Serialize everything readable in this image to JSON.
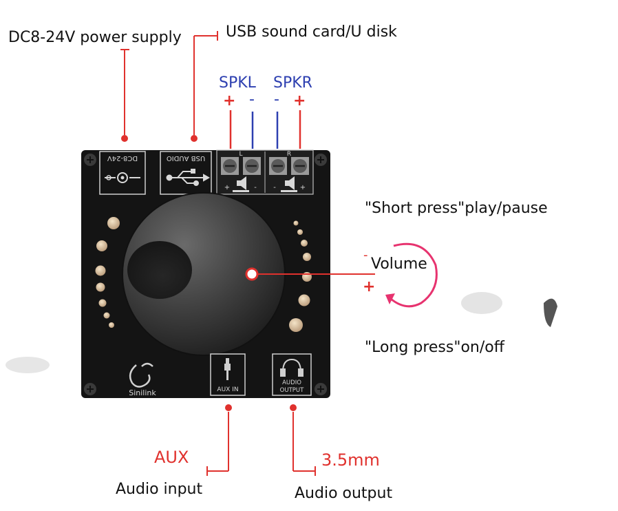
{
  "labels": {
    "power": "DC8-24V power supply",
    "usb": "USB sound card/U disk",
    "spkl": "SPKL",
    "spkr": "SPKR",
    "spkl_plus": "+",
    "spkl_minus": "-",
    "spkr_minus": "-",
    "spkr_plus": "+",
    "short_press": "\"Short press\"play/pause",
    "volume": "Volume",
    "vol_minus": "-",
    "vol_plus": "+",
    "long_press": "\"Long press\"on/off",
    "aux": "AUX",
    "audio_input": "Audio input",
    "jack": "3.5mm",
    "audio_output": "Audio output"
  },
  "board": {
    "dc_port_label": "DC8-24V",
    "usb_port_label": "USB AUDIO",
    "terminal_left": "L",
    "terminal_right": "R",
    "term_plus_l": "+",
    "term_minus_l": "-",
    "term_minus_r": "-",
    "term_plus_r": "+",
    "brand": "Sinilink",
    "aux_in_label": "AUX IN",
    "audio_output_label1": "AUDIO",
    "audio_output_label2": "OUTPUT"
  },
  "colors": {
    "board": "#141414",
    "leader_red": "#e0312d",
    "leader_blue": "#2d3fb0",
    "arrow_pink": "#e7336f"
  }
}
